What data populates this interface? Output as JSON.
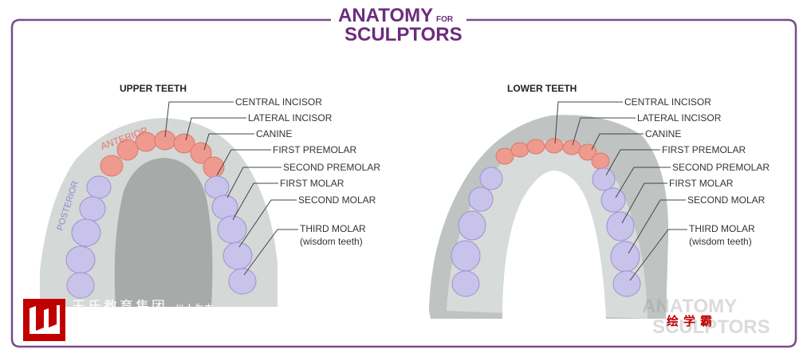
{
  "logo": {
    "line1": "ANATOMY",
    "for": "FOR",
    "line2": "SCULPTORS"
  },
  "upper": {
    "title": "UPPER TEETH",
    "anterior": "ANTERIOR",
    "posterior": "POSTERIOR",
    "labels": [
      "CENTRAL INCISOR",
      "LATERAL INCISOR",
      "CANINE",
      "FIRST PREMOLAR",
      "SECOND PREMOLAR",
      "FIRST MOLAR",
      "SECOND MOLAR",
      "THIRD MOLAR"
    ],
    "wisdom": "(wisdom teeth)"
  },
  "lower": {
    "title": "LOWER TEETH",
    "labels": [
      "CENTRAL INCISOR",
      "LATERAL INCISOR",
      "CANINE",
      "FIRST PREMOLAR",
      "SECOND PREMOLAR",
      "FIRST MOLAR",
      "SECOND MOLAR",
      "THIRD MOLAR"
    ],
    "wisdom": "(wisdom teeth)"
  },
  "watermarks": {
    "left": "王氏教育集团",
    "left_sub": "以人为本",
    "right": "绘学霸",
    "right_logo": "ANATOMY FOR SCULPTORS"
  },
  "colors": {
    "frame": "#7b4a8c",
    "anterior": "#ee9a8e",
    "posterior": "#c9c3ec"
  }
}
